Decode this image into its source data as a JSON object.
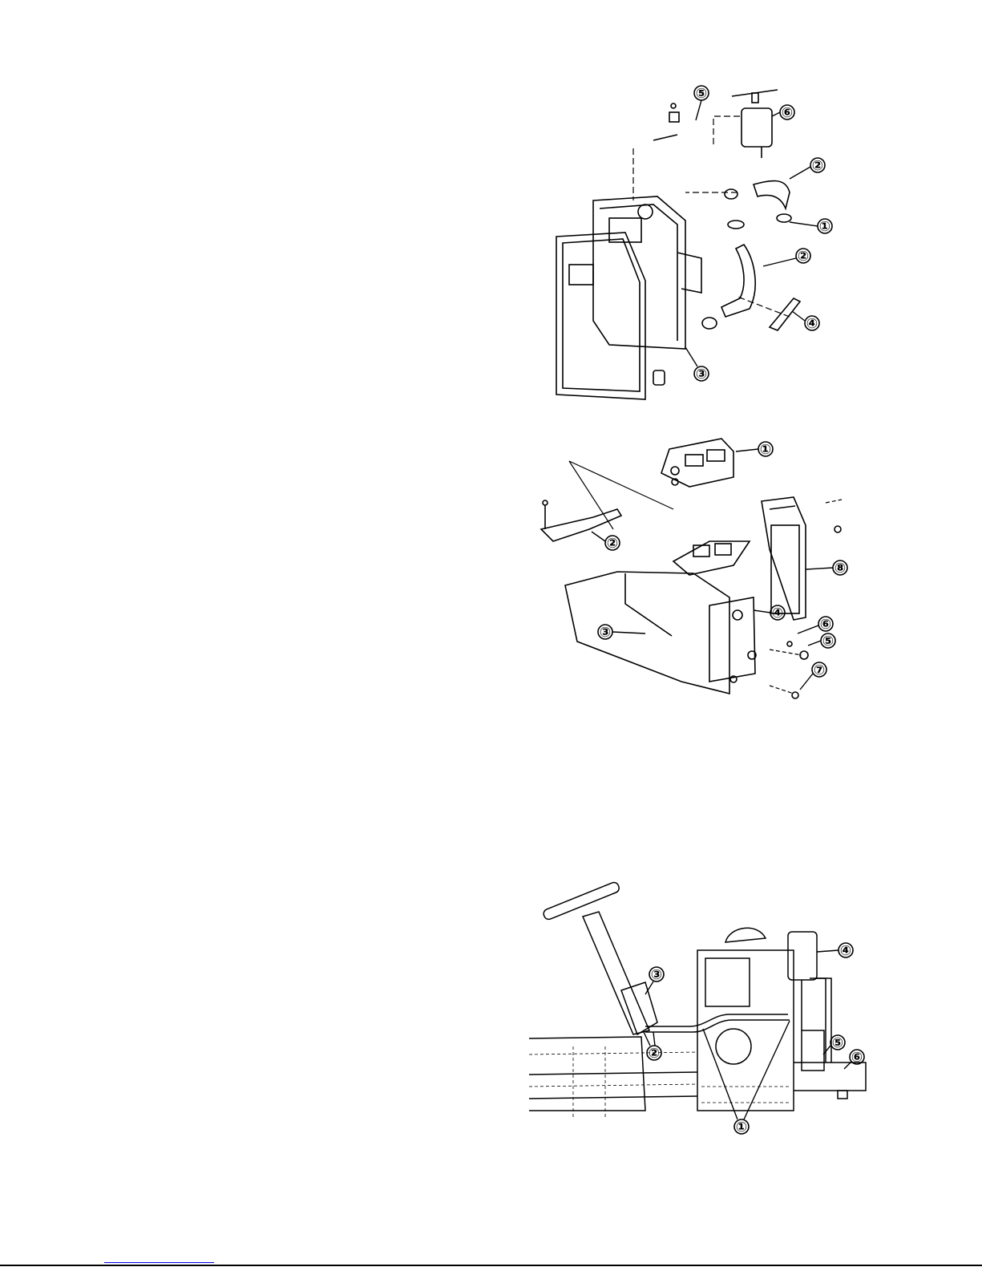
{
  "figures": [
    {
      "id": "radiator-assembly",
      "callouts": [
        "⑤",
        "⑥",
        "②",
        "①",
        "②",
        "④",
        "③"
      ]
    },
    {
      "id": "dash-panel-assembly",
      "callouts": [
        "①",
        "②",
        "⑧",
        "④",
        "③",
        "⑥",
        "⑤",
        "⑦"
      ]
    },
    {
      "id": "steering-hydraulic-layout",
      "callouts": [
        "③",
        "④",
        "②",
        "⑤",
        "⑥",
        "①"
      ]
    }
  ],
  "colors": {
    "line": "#000000",
    "link": "#0000ee",
    "background": "#ffffff"
  }
}
